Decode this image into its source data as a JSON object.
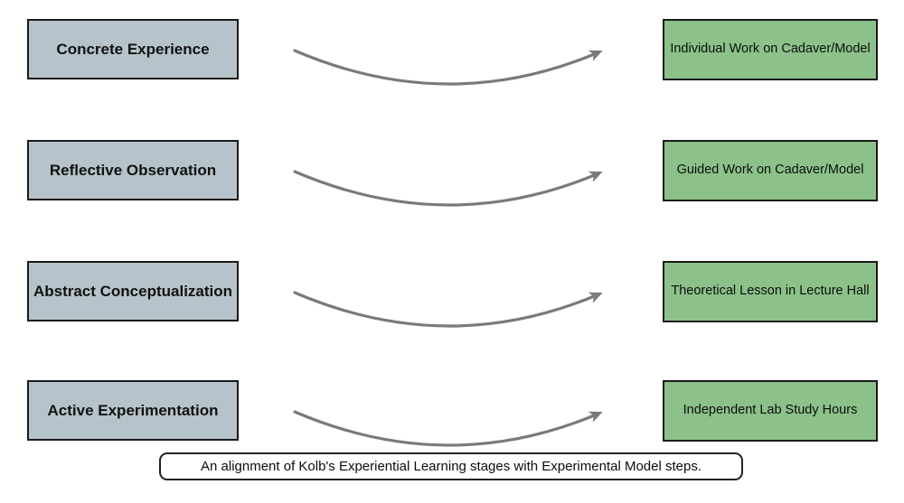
{
  "figure": {
    "caption": "An alignment of Kolb's Experiential Learning stages with Experimental Model steps."
  },
  "rows": [
    {
      "left": "Concrete Experience",
      "right": "Individual Work on Cadaver/Model"
    },
    {
      "left": "Reflective Observation",
      "right": "Guided Work on Cadaver/Model"
    },
    {
      "left": "Abstract Conceptualization",
      "right": "Theoretical Lesson in Lecture Hall"
    },
    {
      "left": "Active Experimentation",
      "right": "Independent Lab Study Hours"
    }
  ],
  "icons": {
    "arrow": "curved-right-arrow"
  },
  "colors": {
    "kolb_box_fill": "#b7c3cb",
    "model_box_fill": "#8cc289",
    "box_border": "#1a1a1a",
    "arrow": "#7a7a7a",
    "background": "#ffffff"
  }
}
